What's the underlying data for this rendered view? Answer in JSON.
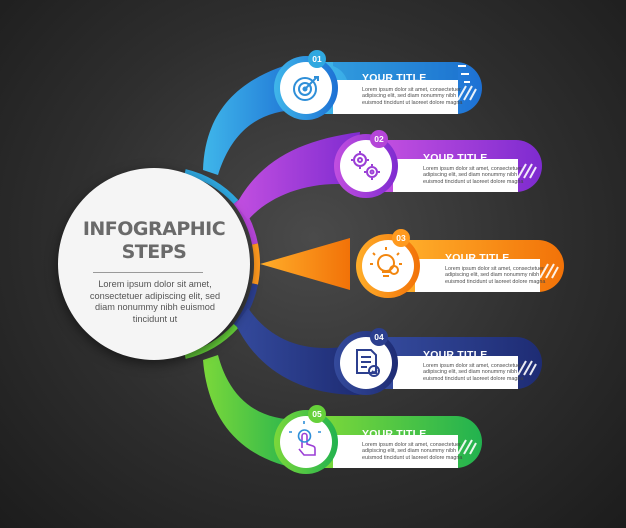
{
  "center": {
    "title_line1": "INFOGRAPHIC",
    "title_line2": "STEPS",
    "body": "Lorem ipsum dolor sit amet, consectetuer adipiscing elit, sed diam nonummy nibh euismod tincidunt ut"
  },
  "steps": [
    {
      "number": "01",
      "title": "YOUR TITLE",
      "body": "Lorem ipsum dolor sit amet, consectetuer adipiscing elit, sed diam nonummy nibh euismod tincidunt ut laoreet dolore magna",
      "icon": "target-icon",
      "color": "#2fa8e0",
      "color2": "#1e6fd0"
    },
    {
      "number": "02",
      "title": "YOUR TITLE",
      "body": "Lorem ipsum dolor sit amet, consectetuer adipiscing elit, sed diam nonummy nibh euismod tincidunt ut laoreet dolore magna",
      "icon": "gears-icon",
      "color": "#b545d8",
      "color2": "#8a2bd0"
    },
    {
      "number": "03",
      "title": "YOUR TITLE",
      "body": "Lorem ipsum dolor sit amet, consectetuer adipiscing elit, sed diam nonummy nibh euismod tincidunt ut laoreet dolore magna",
      "icon": "lightbulb-icon",
      "color": "#ff9a1f",
      "color2": "#f2780a"
    },
    {
      "number": "04",
      "title": "YOUR TITLE",
      "body": "Lorem ipsum dolor sit amet, consectetuer adipiscing elit, sed diam nonummy nibh euismod tincidunt ut laoreet dolore magna",
      "icon": "document-check-icon",
      "color": "#2c3f8f",
      "color2": "#1f2f78"
    },
    {
      "number": "05",
      "title": "YOUR TITLE",
      "body": "Lorem ipsum dolor sit amet, consectetuer adipiscing elit, sed diam nonummy nibh euismod tincidunt ut laoreet dolore magna",
      "icon": "touch-icon",
      "color": "#66d13a",
      "color2": "#2fb84a"
    }
  ]
}
